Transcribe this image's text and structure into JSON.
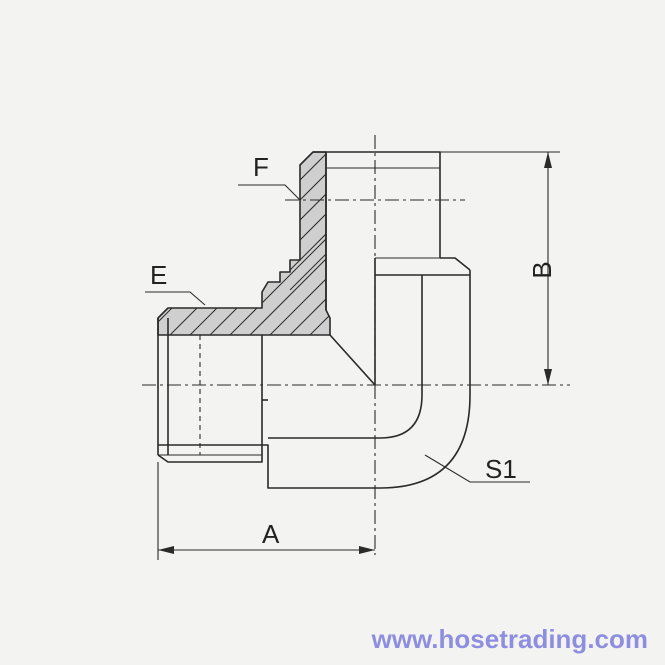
{
  "labels": {
    "f": "F",
    "e": "E",
    "b": "B",
    "a": "A",
    "s1": "S1"
  },
  "watermark": "www.hosetrading.com",
  "colors": {
    "background": "#f3f3f1",
    "line": "#2a2a2a",
    "section_fill": "#cfcfcf",
    "watermark": "#8e8ee0"
  }
}
